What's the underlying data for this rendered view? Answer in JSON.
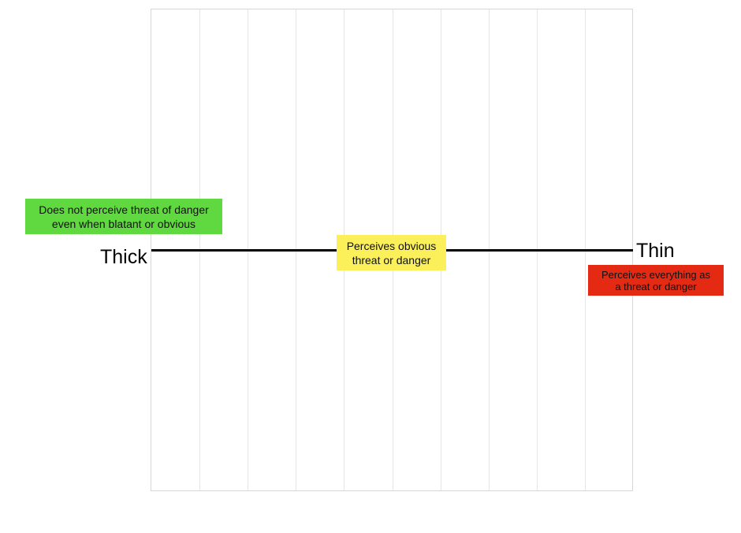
{
  "spectrum": {
    "left_end_label": "Thick",
    "right_end_label": "Thin"
  },
  "boxes": {
    "green": {
      "text": "Does not perceive threat of danger\neven when blatant or obvious",
      "color": "#5fd93f"
    },
    "yellow": {
      "text": "Perceives obvious\nthreat or danger",
      "color": "#fbf05a"
    },
    "red": {
      "text": "Perceives everything as\na threat or danger",
      "color": "#e42a12"
    }
  },
  "colors": {
    "line": "#000000",
    "grid": "#e6e6e6",
    "frame": "#d6d6d6"
  }
}
